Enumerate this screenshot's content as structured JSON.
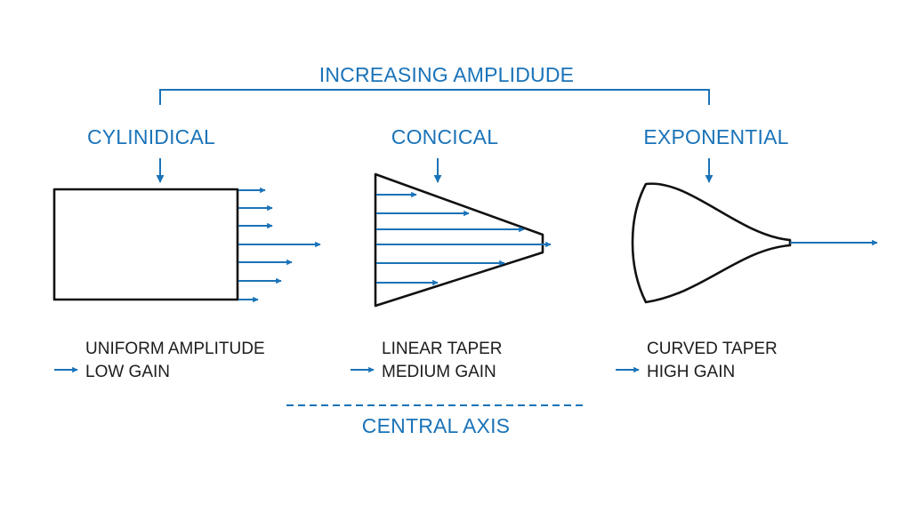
{
  "colors": {
    "accent": "#1a73b8",
    "outline": "#111111",
    "text": "#1c1c1c",
    "background": "#ffffff"
  },
  "header": {
    "title": "INCREASING AMPLIDUDE"
  },
  "horns": [
    {
      "name": "CYLINIDICAL",
      "shape": "rectangle",
      "line1": "UNIFORM AMPLITUDE",
      "line2": "LOW GAIN",
      "arrow_lengths": [
        30,
        38,
        38,
        92,
        60,
        48,
        22
      ]
    },
    {
      "name": "CONCICAL",
      "shape": "triangle",
      "line1": "LINEAR TAPER",
      "line2": "MEDIUM GAIN",
      "arrow_lengths": [
        45,
        104,
        166,
        196,
        144,
        69
      ]
    },
    {
      "name": "EXPONENTIAL",
      "shape": "exponential-curve",
      "line1": "CURVED TAPER",
      "line2": "HIGH GAIN"
    }
  ],
  "footer": {
    "axis_label": "CENTRAL AXIS"
  }
}
